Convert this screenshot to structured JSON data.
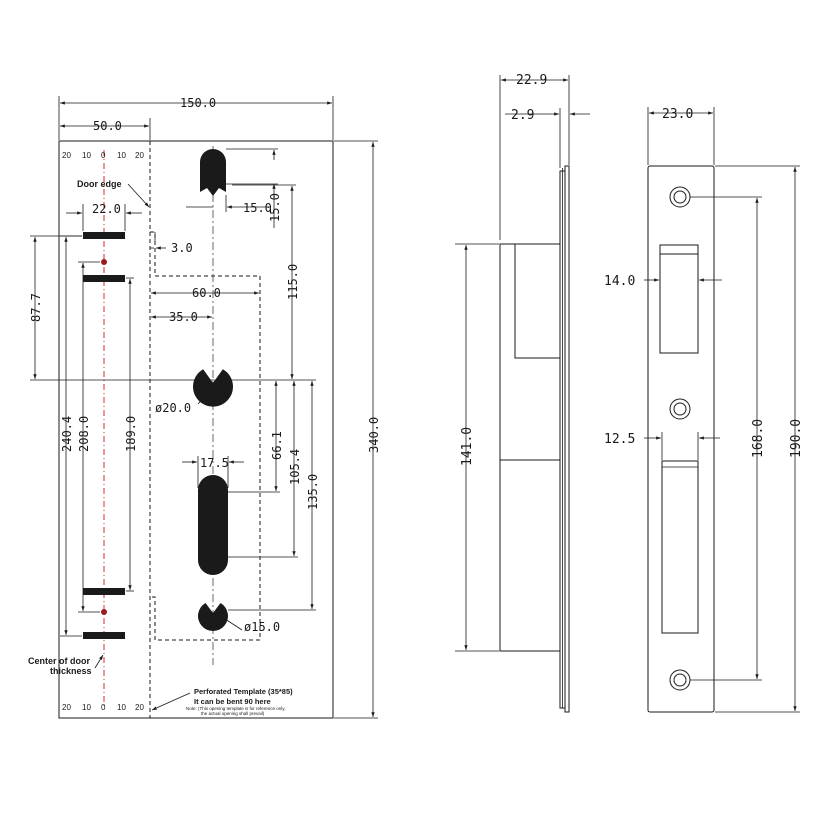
{
  "template": {
    "dims": {
      "width_150": "150.0",
      "width_50": "50.0",
      "w22": "22.0",
      "w3": "3.0",
      "w60": "60.0",
      "w35": "35.0",
      "w15": "15.0",
      "h15": "15.0",
      "h115": "115.0",
      "h87_7": "87.7",
      "d20": "ø20.0",
      "w17_5": "17.5",
      "h66_1": "66.1",
      "h105_4": "105.4",
      "h135": "135.0",
      "h240_4": "240.4",
      "h208": "208.0",
      "h189": "189.0",
      "h340": "340.0",
      "d15": "ø15.0"
    },
    "scale_ticks": [
      "20",
      "10",
      "0",
      "10",
      "20"
    ],
    "labels": {
      "door_edge": "Door edge",
      "center_line1": "Center of door",
      "center_line2": "thickness",
      "perf_line1": "Perforated Template (35*85)",
      "perf_line2": "It can be bent 90 here",
      "note_line1": "Note: (This opening template is for reference only,",
      "note_line2": "the actual opening shall prevail)"
    }
  },
  "side_view": {
    "dims": {
      "t22_9": "22.9",
      "t2_9": "2.9",
      "h141": "141.0"
    }
  },
  "front_view": {
    "dims": {
      "w23": "23.0",
      "w14": "14.0",
      "w12_5": "12.5",
      "h168": "168.0",
      "h190": "190.0"
    }
  },
  "colors": {
    "line": "#1a1a1a",
    "center_line": "#cc2a2a",
    "marker": "#9b1c1c"
  }
}
